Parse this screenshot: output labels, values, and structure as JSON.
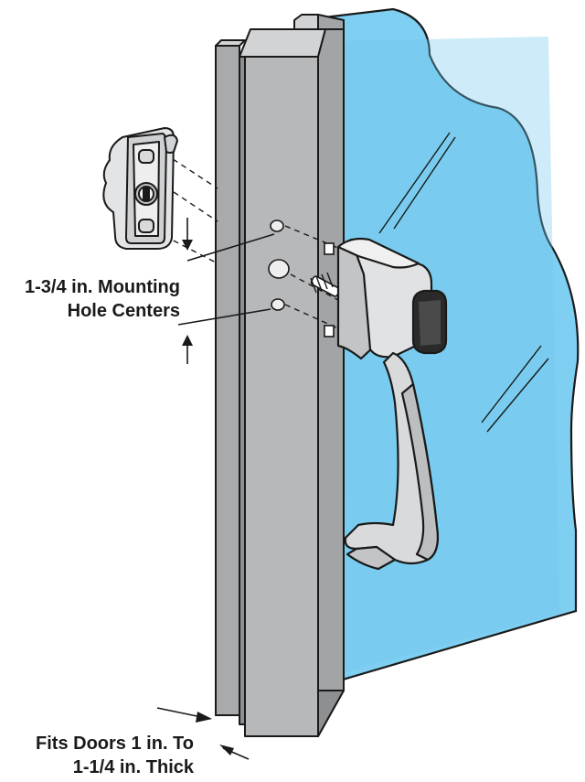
{
  "callouts": {
    "mounting": {
      "line1": "1-3/4 in. Mounting",
      "line2": "Hole Centers"
    },
    "thickness": {
      "line1": "Fits Doors 1 in. To",
      "line2": "1-1/4 in. Thick"
    }
  },
  "colors": {
    "glass": "#7ecff2",
    "glass_dark": "#58b7e2",
    "frame": "#b7b8ba",
    "frame_light": "#d2d3d5",
    "frame_dark": "#97989a",
    "handle": "#d9dadc",
    "outline": "#1a1a1a"
  },
  "icons": [
    "keyed-cylinder-icon",
    "handle-icon",
    "mounting-screw-icon"
  ]
}
